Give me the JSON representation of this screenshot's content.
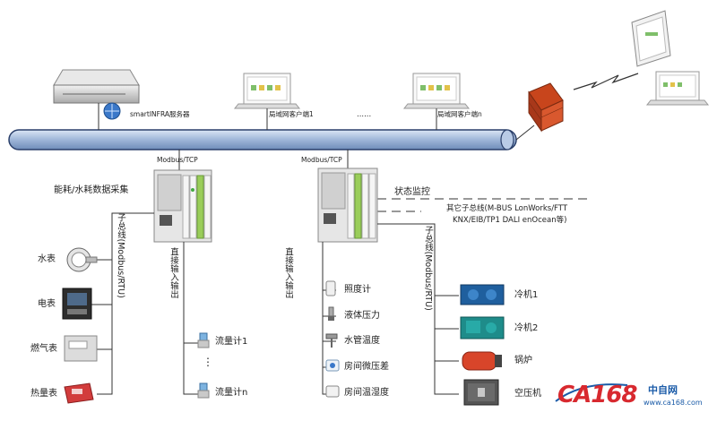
{
  "network": {
    "server_label": "smartINFRA服务器",
    "client1_label": "局域网客户端1",
    "ellipsis": "......",
    "clientn_label": "局域网客户端n"
  },
  "controller_left": {
    "protocol": "Modbus/TCP",
    "title": "能耗/水耗数据采集",
    "subbus": "子总线(Modbus/RTU)",
    "direct_io": "直接输入输出",
    "meters": [
      "水表",
      "电表",
      "燃气表",
      "热量表"
    ],
    "flow1": "流量计1",
    "flown": "流量计n",
    "dots": "⋮"
  },
  "controller_right": {
    "protocol": "Modbus/TCP",
    "status": "状态监控",
    "other_bus_line1": "其它子总线(M-BUS LonWorks/FTT",
    "other_bus_line2": "KNX/EIB/TP1 DALI enOcean等)",
    "direct_io": "直接输入输出",
    "subbus": "子总线(Modbus/RTU)",
    "sensors": [
      "照度计",
      "液体压力",
      "水管温度",
      "房间微压差",
      "房间温湿度"
    ],
    "equipment": [
      "冷机1",
      "冷机2",
      "锅炉",
      "空压机"
    ]
  },
  "watermark": {
    "brand": "CA168",
    "cn": "中自网",
    "url": "www.ca168.com"
  },
  "colors": {
    "bus": "#9fb6d8",
    "bus_stroke": "#2a3f6a",
    "wall": "#c8451c",
    "logo_red": "#d8292f",
    "logo_blue": "#1a5ba8"
  }
}
